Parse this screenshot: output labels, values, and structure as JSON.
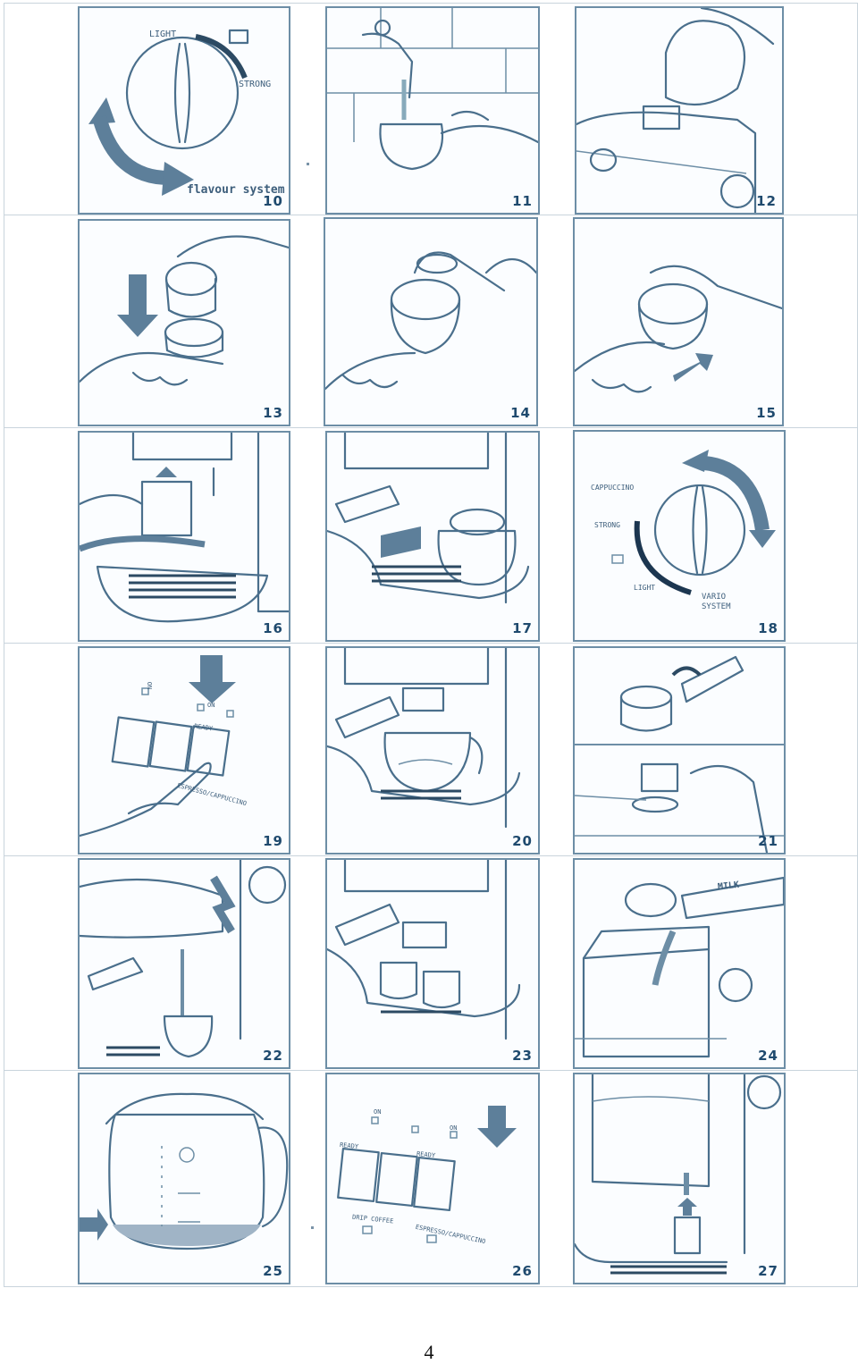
{
  "panels": [
    {
      "num": "10",
      "labels": {
        "light": "LIGHT",
        "strong": "STRONG",
        "system": "flavour system"
      }
    },
    {
      "num": "11"
    },
    {
      "num": "12"
    },
    {
      "num": "13"
    },
    {
      "num": "14"
    },
    {
      "num": "15"
    },
    {
      "num": "16"
    },
    {
      "num": "17"
    },
    {
      "num": "18",
      "labels": {
        "cappuccino": "CAPPUCCINO",
        "strong": "STRONG",
        "light": "LIGHT",
        "system": "VARIO SYSTEM"
      }
    },
    {
      "num": "19",
      "labels": {
        "on_a": "ON",
        "on_b": "ON",
        "ready": "READY",
        "espresso": "ESPRESSO/CAPPUCCINO"
      }
    },
    {
      "num": "20"
    },
    {
      "num": "21"
    },
    {
      "num": "22"
    },
    {
      "num": "23"
    },
    {
      "num": "24",
      "labels": {
        "milk": "MILK"
      }
    },
    {
      "num": "25"
    },
    {
      "num": "26",
      "labels": {
        "on_a": "ON",
        "on_b": "ON",
        "ready_a": "READY",
        "ready_b": "READY",
        "drip": "DRIP COFFEE",
        "espresso": "ESPRESSO/CAPPUCCINO"
      }
    },
    {
      "num": "27"
    }
  ],
  "page_number": "4"
}
